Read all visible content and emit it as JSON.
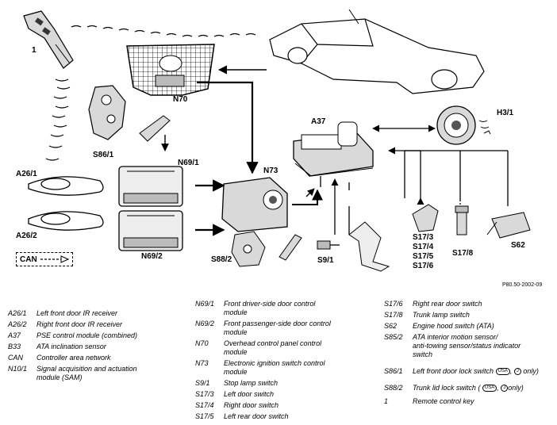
{
  "labels": {
    "remote": "1",
    "n70": "N70",
    "a37": "A37",
    "h3_1": "H3/1",
    "s86_1": "S86/1",
    "n69_1": "N69/1",
    "n73": "N73",
    "a26_1": "A26/1",
    "a26_2": "A26/2",
    "n69_2": "N69/2",
    "s88_2": "S88/2",
    "s9_1": "S9/1",
    "s17_group": [
      "S17/3",
      "S17/4",
      "S17/5",
      "S17/6"
    ],
    "s17_8": "S17/8",
    "s62": "S62",
    "can": "CAN",
    "reference": "P80.50-2002-09"
  },
  "legend": {
    "col1": [
      {
        "code": "A26/1",
        "desc": [
          "Left front door IR receiver"
        ]
      },
      {
        "code": "A26/2",
        "desc": [
          "Right front door IR receiver"
        ]
      },
      {
        "code": "A37",
        "desc": [
          "PSE control module (combined)"
        ]
      },
      {
        "code": "B33",
        "desc": [
          "ATA inclination sensor"
        ]
      },
      {
        "code": "CAN",
        "desc": [
          "Controller area network"
        ]
      },
      {
        "code": "N10/1",
        "desc": [
          "Signal acquisition and actuation",
          "module (SAM)"
        ]
      }
    ],
    "col2": [
      {
        "code": "N69/1",
        "desc": [
          "Front driver-side door control",
          "module"
        ]
      },
      {
        "code": "N69/2",
        "desc": [
          "Front passenger-side door control",
          "module"
        ]
      },
      {
        "code": "N70",
        "desc": [
          "Overhead control panel control",
          "module"
        ]
      },
      {
        "code": "N73",
        "desc": [
          "Electronic ignition switch control",
          "module"
        ]
      },
      {
        "code": "S9/1",
        "desc": [
          "Stop lamp switch"
        ]
      },
      {
        "code": "S17/3",
        "desc": [
          "Left door switch"
        ]
      },
      {
        "code": "S17/4",
        "desc": [
          "Right door switch"
        ]
      },
      {
        "code": "S17/5",
        "desc": [
          "Left rear door switch"
        ]
      }
    ],
    "col3": [
      {
        "code": "S17/6",
        "desc": [
          "Right rear door switch"
        ]
      },
      {
        "code": "S17/8",
        "desc": [
          "Trunk lamp switch"
        ]
      },
      {
        "code": "S62",
        "desc": [
          "Engine hood switch (ATA)"
        ]
      },
      {
        "code": "S85/2",
        "desc": [
          "ATA interior motion sensor/",
          "anti-towing sensor/status indicator",
          "switch"
        ]
      },
      {
        "code": "S86/1",
        "desc": [
          "Left front door lock switch"
        ],
        "suffix": " only)",
        "badges": [
          "USA",
          "J"
        ]
      },
      {
        "code": "S88/2",
        "desc": [
          "Trunk lid lock switch ("
        ],
        "suffix": "only)",
        "badges": [
          "USA",
          "J"
        ]
      },
      {
        "code": "1",
        "desc": [
          "Remote control key"
        ]
      }
    ]
  },
  "colors": {
    "ink": "#000000",
    "paper": "#ffffff",
    "fill_light": "#d9d9d9",
    "fill_mid": "#a6a6a6"
  }
}
